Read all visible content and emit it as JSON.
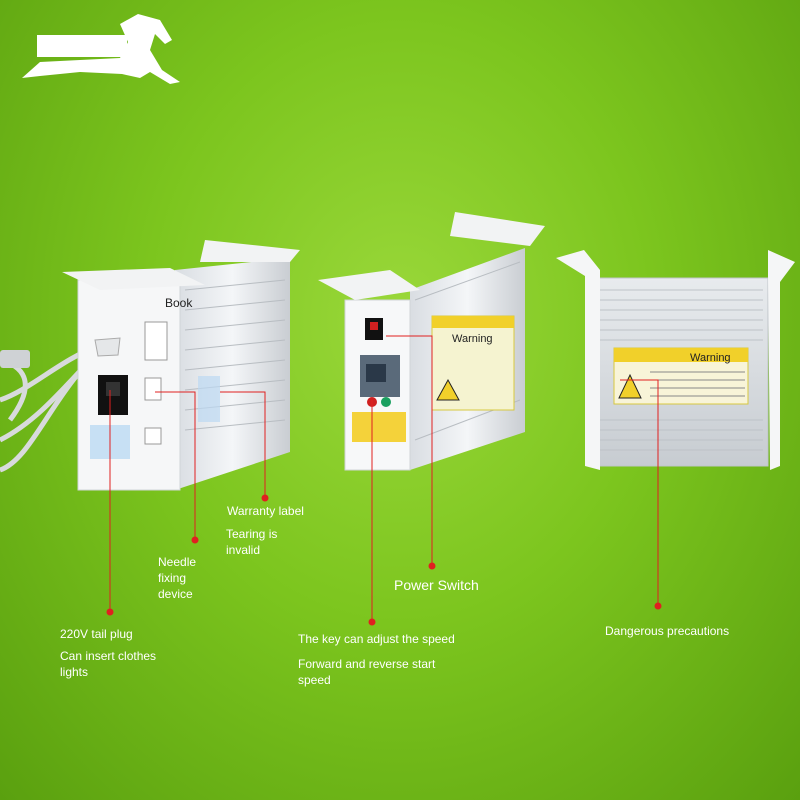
{
  "labels": {
    "book": "Book",
    "warranty_label": "Warranty label",
    "tearing_invalid": "Tearing is\ninvalid",
    "needle_fixing": "Needle\nfixing\ndevice",
    "power_switch": "Power Switch",
    "tail_plug": "220V tail plug",
    "insert_lights": "Can insert clothes\nlights",
    "key_speed": "The key can adjust the speed",
    "forward_reverse": "Forward and reverse start\nspeed",
    "dangerous": "Dangerous precautions"
  },
  "warning_sticker": "Warning",
  "colors": {
    "background": "#7cc51e",
    "callout": "#e02020",
    "device": "#eef0f2"
  },
  "logo": "horse-logo"
}
